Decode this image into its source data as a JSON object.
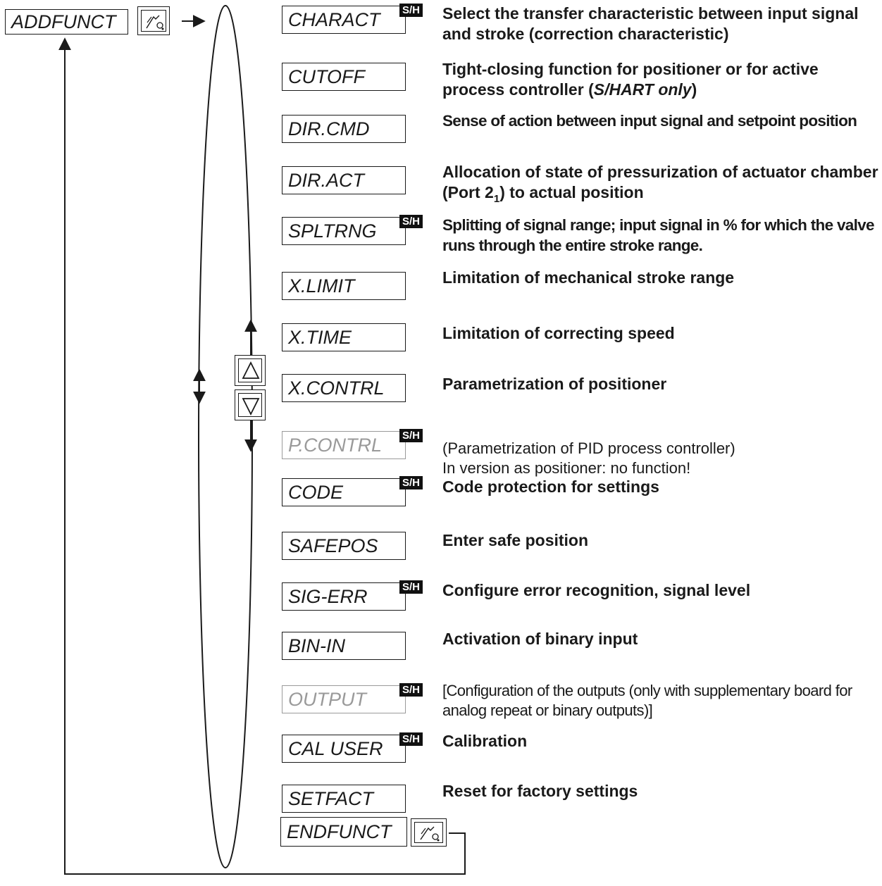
{
  "start": {
    "label": "ADDFUNCT"
  },
  "end": {
    "label": "ENDFUNCT"
  },
  "badge_label": "S/H",
  "items": [
    {
      "label": "CHARACT",
      "badge": true,
      "dim": false,
      "desc": "Select the transfer characteristic between input signal and stroke (correction characteristic)"
    },
    {
      "label": "CUTOFF",
      "badge": false,
      "dim": false,
      "desc_parts": [
        "Tight-closing function for positioner or for active process controller (",
        "S/HART only",
        ")"
      ]
    },
    {
      "label": "DIR.CMD",
      "badge": false,
      "dim": false,
      "desc": "Sense of action between input signal and setpoint position"
    },
    {
      "label": "DIR.ACT",
      "badge": false,
      "dim": false,
      "desc_parts": [
        "Allocation of state of pressurization of actuator chamber (Port 2",
        "1",
        ") to actual position"
      ]
    },
    {
      "label": "SPLTRNG",
      "badge": true,
      "dim": false,
      "desc": "Splitting of signal range; input signal in % for which the valve runs through the entire stroke range."
    },
    {
      "label": "X.LIMIT",
      "badge": false,
      "dim": false,
      "desc": "Limitation of mechanical stroke range"
    },
    {
      "label": "X.TIME",
      "badge": false,
      "dim": false,
      "desc": "Limitation of correcting speed"
    },
    {
      "label": "X.CONTRL",
      "badge": false,
      "dim": false,
      "desc": "Parametrization of positioner"
    },
    {
      "label": "P.CONTRL",
      "badge": true,
      "dim": true,
      "desc_lines": [
        "(Parametrization of PID process controller)",
        "In version as positioner: no function!"
      ]
    },
    {
      "label": "CODE",
      "badge": true,
      "dim": false,
      "desc": "Code protection for settings"
    },
    {
      "label": "SAFEPOS",
      "badge": false,
      "dim": false,
      "desc": "Enter safe position"
    },
    {
      "label": "SIG-ERR",
      "badge": true,
      "dim": false,
      "desc": "Configure error recognition, signal level"
    },
    {
      "label": "BIN-IN",
      "badge": false,
      "dim": false,
      "desc": "Activation of binary input"
    },
    {
      "label": "OUTPUT",
      "badge": true,
      "dim": true,
      "desc": "[Configuration of the outputs (only with supplementary board for analog repeat or binary outputs)]"
    },
    {
      "label": "CAL USER",
      "badge": true,
      "dim": false,
      "desc": "Calibration"
    },
    {
      "label": "SETFACT",
      "badge": false,
      "dim": false,
      "desc": "Reset for factory settings"
    }
  ],
  "icons": {
    "start_key": "hand-key-icon",
    "end_key": "hand-key-icon",
    "up_key": "up-arrow-key-icon",
    "down_key": "down-arrow-key-icon"
  }
}
